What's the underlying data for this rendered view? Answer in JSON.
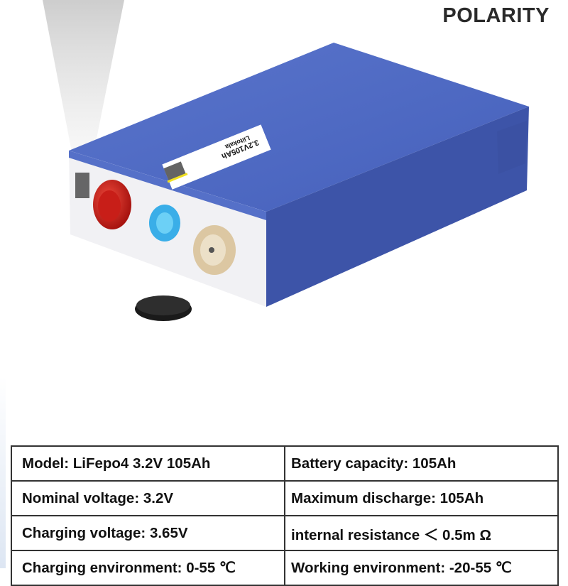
{
  "header": {
    "polarity_label": "POLARITY"
  },
  "product_label": {
    "brand": "Liitokala",
    "model": "3.2V105Ah"
  },
  "colors": {
    "case_blue": "#4f68c0",
    "positive_terminal": "#d0261f",
    "vent": "#3aaee8",
    "terminal_brass": "#dcc7a2"
  },
  "specs": [
    [
      "Model: LiFepo4 3.2V 105Ah",
      "Battery capacity: 105Ah"
    ],
    [
      "Nominal voltage: 3.2V",
      "Maximum discharge: 105Ah"
    ],
    [
      "Charging voltage: 3.65V",
      "internal resistance ＜ 0.5m Ω"
    ],
    [
      "Charging environment: 0-55 ℃",
      "Working environment: -20-55 ℃"
    ]
  ]
}
